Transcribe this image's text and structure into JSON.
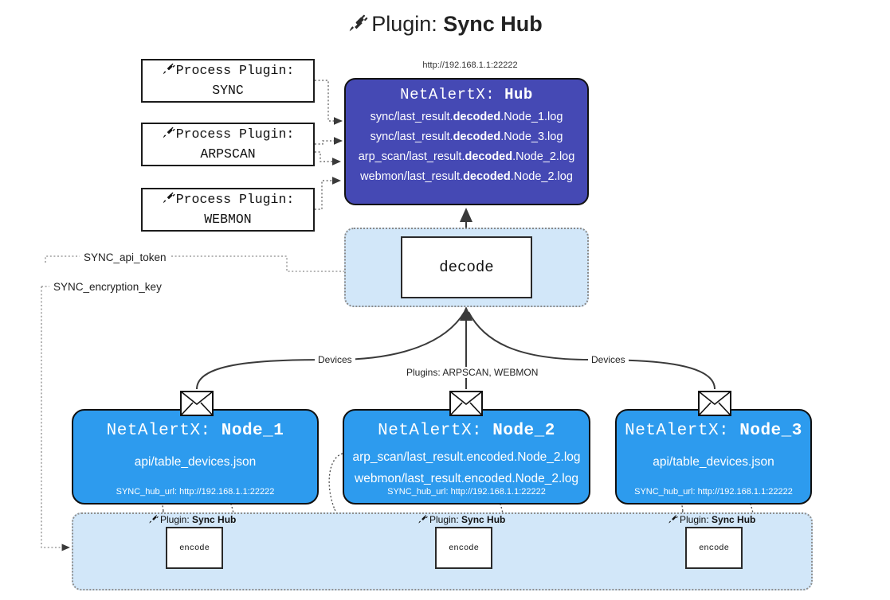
{
  "title": {
    "icon": "plug-icon",
    "prefix": "Plugin: ",
    "name": "Sync Hub"
  },
  "hub": {
    "url_caption": "http://192.168.1.1:22222",
    "header_prefix": "NetAlertX: ",
    "header_name": "Hub",
    "color": "#4549B4",
    "logs": [
      {
        "pre": "sync/last_result.",
        "em": "decoded",
        "post": ".Node_1.log"
      },
      {
        "pre": "sync/last_result.",
        "em": "decoded",
        "post": ".Node_3.log"
      },
      {
        "pre": "arp_scan/last_result.",
        "em": "decoded",
        "post": ".Node_2.log"
      },
      {
        "pre": "webmon/last_result.",
        "em": "decoded",
        "post": ".Node_2.log"
      }
    ]
  },
  "process_plugins": [
    {
      "icon": "plug-icon",
      "line1": "Process Plugin:",
      "line2": "SYNC"
    },
    {
      "icon": "plug-icon",
      "line1": "Process Plugin:",
      "line2": "ARPSCAN"
    },
    {
      "icon": "plug-icon",
      "line1": "Process Plugin:",
      "line2": "WEBMON"
    }
  ],
  "decode": {
    "label": "decode",
    "container_color": "#D2E7F9"
  },
  "tokens": {
    "api_token": "SYNC_api_token",
    "encryption_key": "SYNC_encryption_key"
  },
  "edge_labels": {
    "devices_left": "Devices",
    "devices_right": "Devices",
    "plugins_center": "Plugins: ARPSCAN, WEBMON"
  },
  "nodes": [
    {
      "icon": "envelope-icon",
      "header_prefix": "NetAlertX: ",
      "header_name": "Node_1",
      "color": "#2D9BEE",
      "files": [
        "api/table_devices.json"
      ],
      "hub_url": "SYNC_hub_url: http://192.168.1.1:22222"
    },
    {
      "icon": "envelope-icon",
      "header_prefix": "NetAlertX: ",
      "header_name": "Node_2",
      "color": "#2D9BEE",
      "files": [
        "arp_scan/last_result.encoded.Node_2.log",
        "webmon/last_result.encoded.Node_2.log"
      ],
      "hub_url": "SYNC_hub_url: http://192.168.1.1:22222"
    },
    {
      "icon": "envelope-icon",
      "header_prefix": "NetAlertX: ",
      "header_name": "Node_3",
      "color": "#2D9BEE",
      "files": [
        "api/table_devices.json"
      ],
      "hub_url": "SYNC_hub_url: http://192.168.1.1:22222"
    }
  ],
  "encoders": [
    {
      "tag_icon": "plug-icon",
      "tag_prefix": "Plugin: ",
      "tag_name": "Sync Hub",
      "label": "encode"
    },
    {
      "tag_icon": "plug-icon",
      "tag_prefix": "Plugin: ",
      "tag_name": "Sync Hub",
      "label": "encode"
    },
    {
      "tag_icon": "plug-icon",
      "tag_prefix": "Plugin: ",
      "tag_name": "Sync Hub",
      "label": "encode"
    }
  ]
}
